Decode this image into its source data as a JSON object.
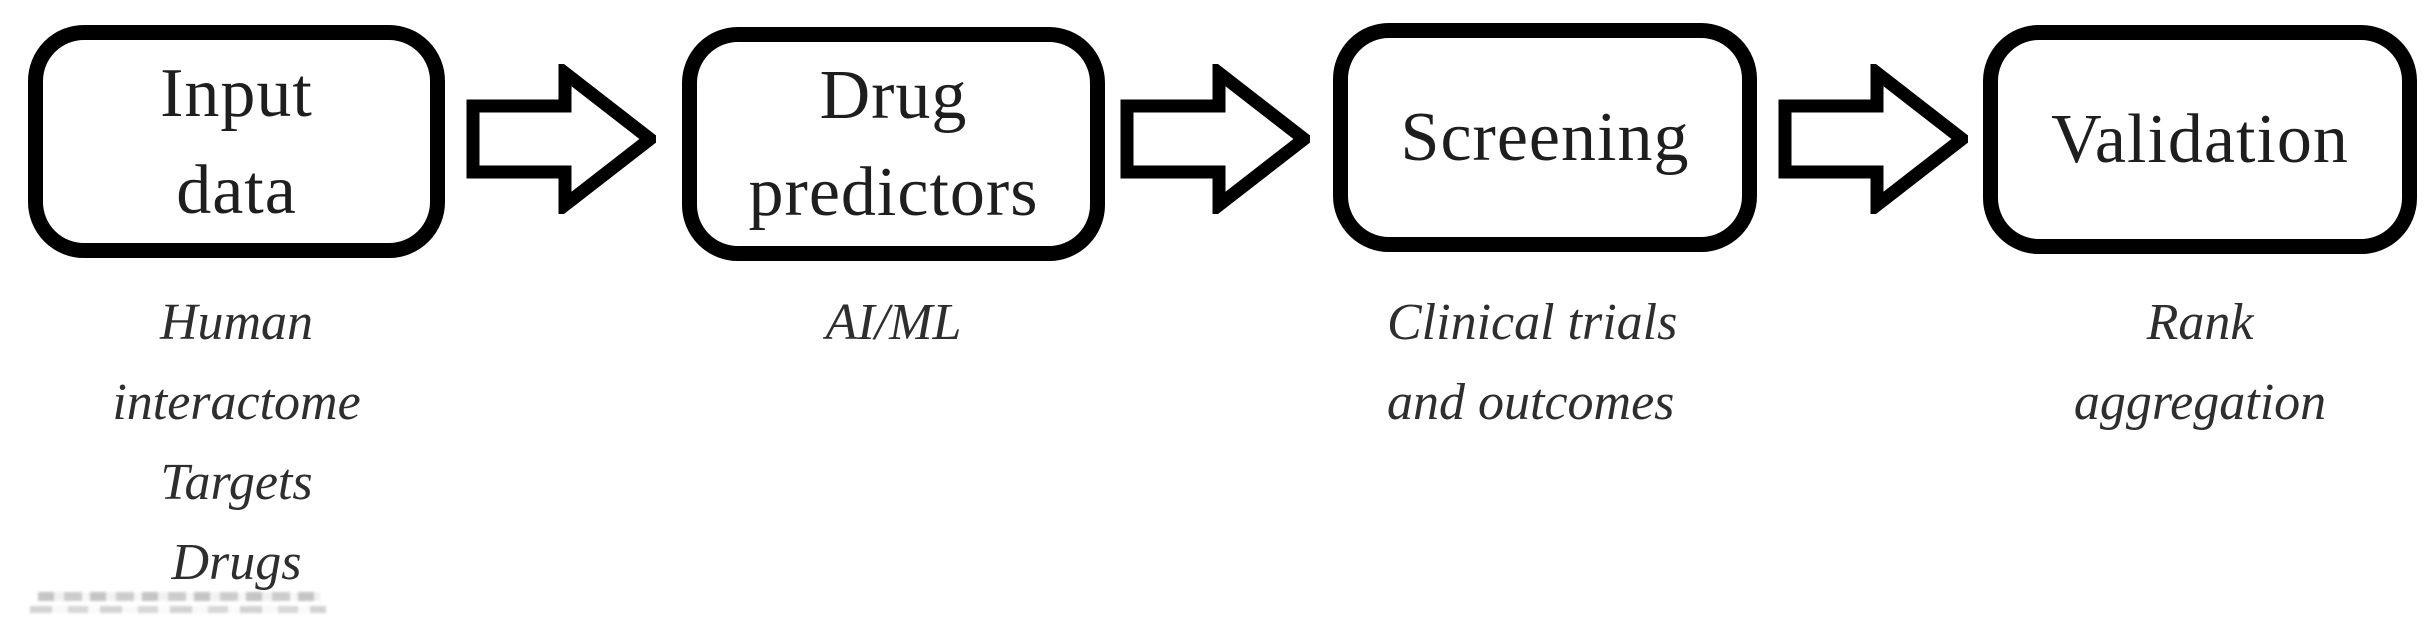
{
  "figure": {
    "background": "#ffffff",
    "steps": [
      {
        "title": "Input data",
        "title_lines": [
          "Input",
          "data"
        ],
        "note": "Human interactome Targets Drugs",
        "note_lines": [
          "Human",
          "interactome",
          "Targets",
          "Drugs"
        ]
      },
      {
        "title": "Drug predictors",
        "title_lines": [
          "Drug",
          "predictors"
        ],
        "note": "AI/ML",
        "note_lines": [
          "AI/ML"
        ]
      },
      {
        "title": "Screening",
        "title_lines": [
          "Screening"
        ],
        "note": "Clinical trials and outcomes",
        "note_lines": [
          "Clinical trials",
          "and outcomes"
        ]
      },
      {
        "title": "Validation",
        "title_lines": [
          "Validation"
        ],
        "note": "Rank aggregation",
        "note_lines": [
          "Rank",
          "aggregation"
        ]
      }
    ],
    "colors": {
      "box_border": "#000000",
      "box_fill": "#ffffff",
      "box_text": "#1e1e1e",
      "note_text": "#2e2e2e",
      "arrow_outline": "#000000",
      "arrow_fill": "#ffffff"
    }
  }
}
